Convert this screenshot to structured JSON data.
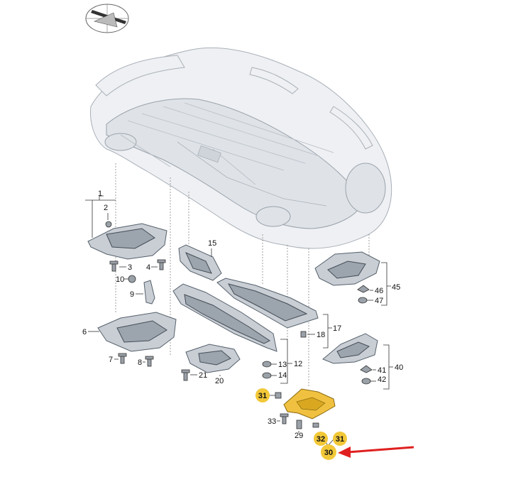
{
  "callouts": {
    "c1": "1",
    "c2": "2",
    "c3": "3",
    "c4": "4",
    "c6": "6",
    "c7": "7",
    "c8": "8",
    "c9": "9",
    "c10": "10",
    "c12": "12",
    "c13": "13",
    "c14": "14",
    "c15": "15",
    "c17": "17",
    "c18": "18",
    "c20": "20",
    "c21": "21",
    "c29": "29",
    "c30": "30",
    "c31a": "31",
    "c31b": "31",
    "c32": "32",
    "c33": "33",
    "c40": "40",
    "c41": "41",
    "c42": "42",
    "c45": "45",
    "c46": "46",
    "c47": "47"
  },
  "colors": {
    "highlight": "#f2c838",
    "arrow": "#e02020",
    "part": "#c9ced5"
  },
  "icons": {
    "orientation": "compass-car-icon",
    "pointer": "red-arrow-icon"
  }
}
